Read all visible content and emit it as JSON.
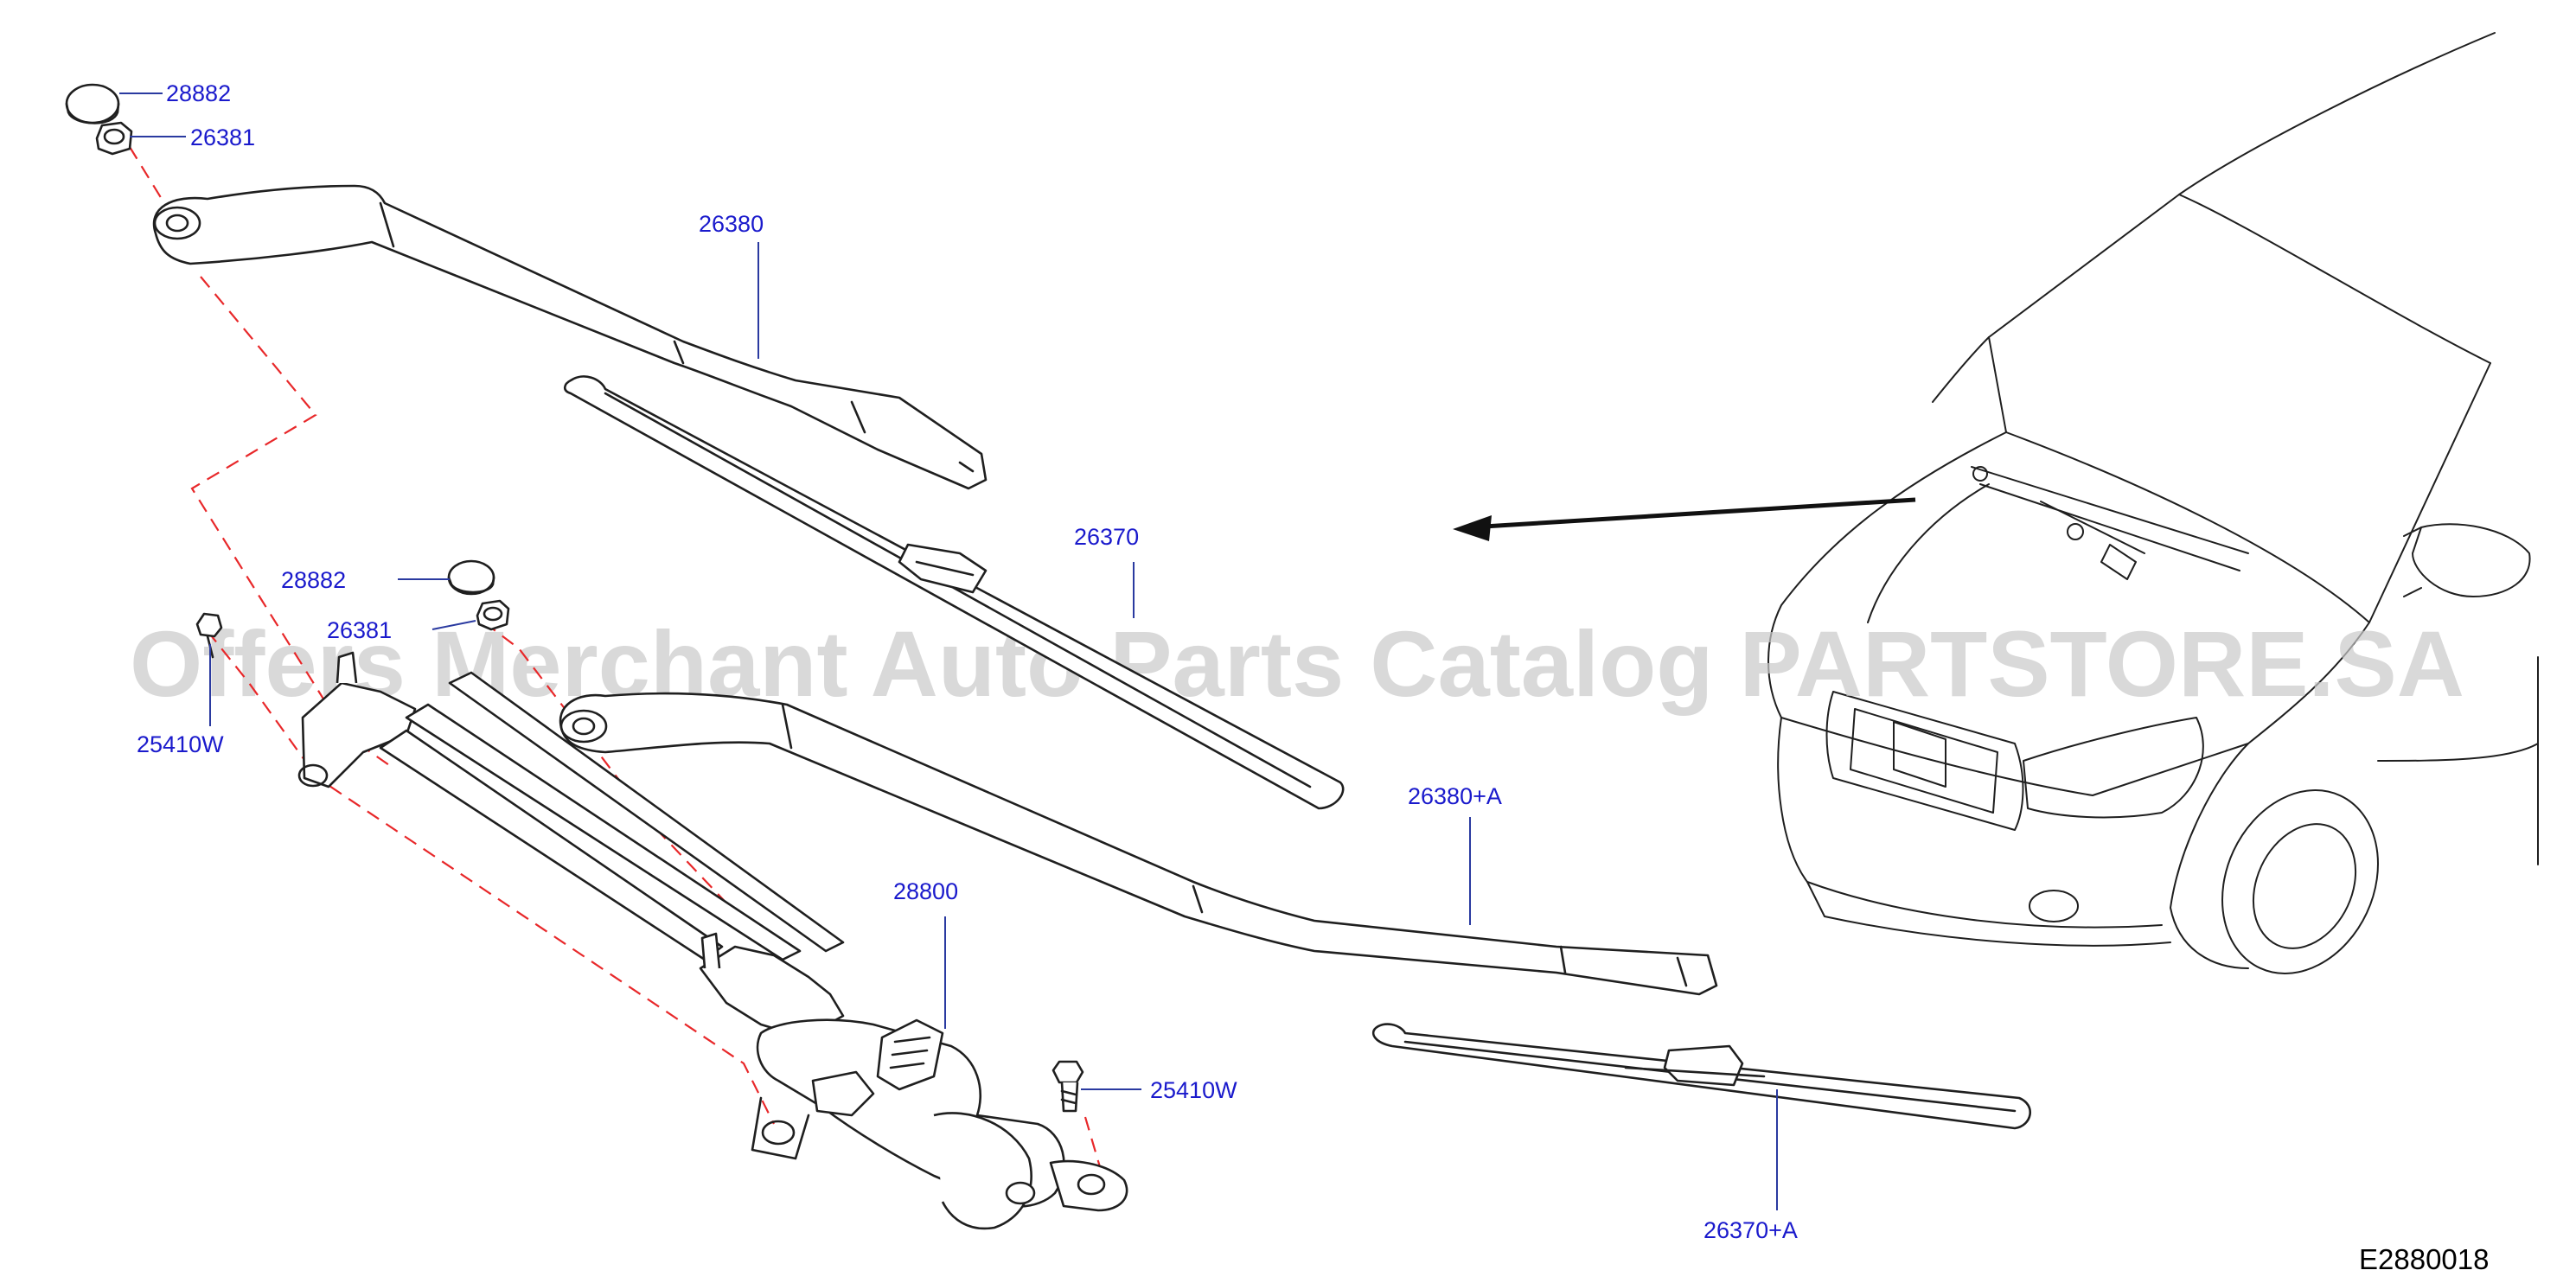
{
  "diagram": {
    "code": "E2880018",
    "watermark": "Offers Merchant Auto Parts Catalog PARTSTORE.SA",
    "colors": {
      "label": "#1a1acc",
      "dash": "#e8282a",
      "ink": "#1f1f1f",
      "watermark": "#c9c9c9"
    },
    "labels": {
      "cap_top": "28882",
      "nut_top": "26381",
      "arm_left": "26380",
      "blade_left": "26370",
      "cap_mid": "28882",
      "nut_mid": "26381",
      "bolt_left": "25410W",
      "arm_right": "26380+A",
      "linkage_motor": "28800",
      "bolt_right": "25410W",
      "blade_right": "26370+A"
    }
  }
}
